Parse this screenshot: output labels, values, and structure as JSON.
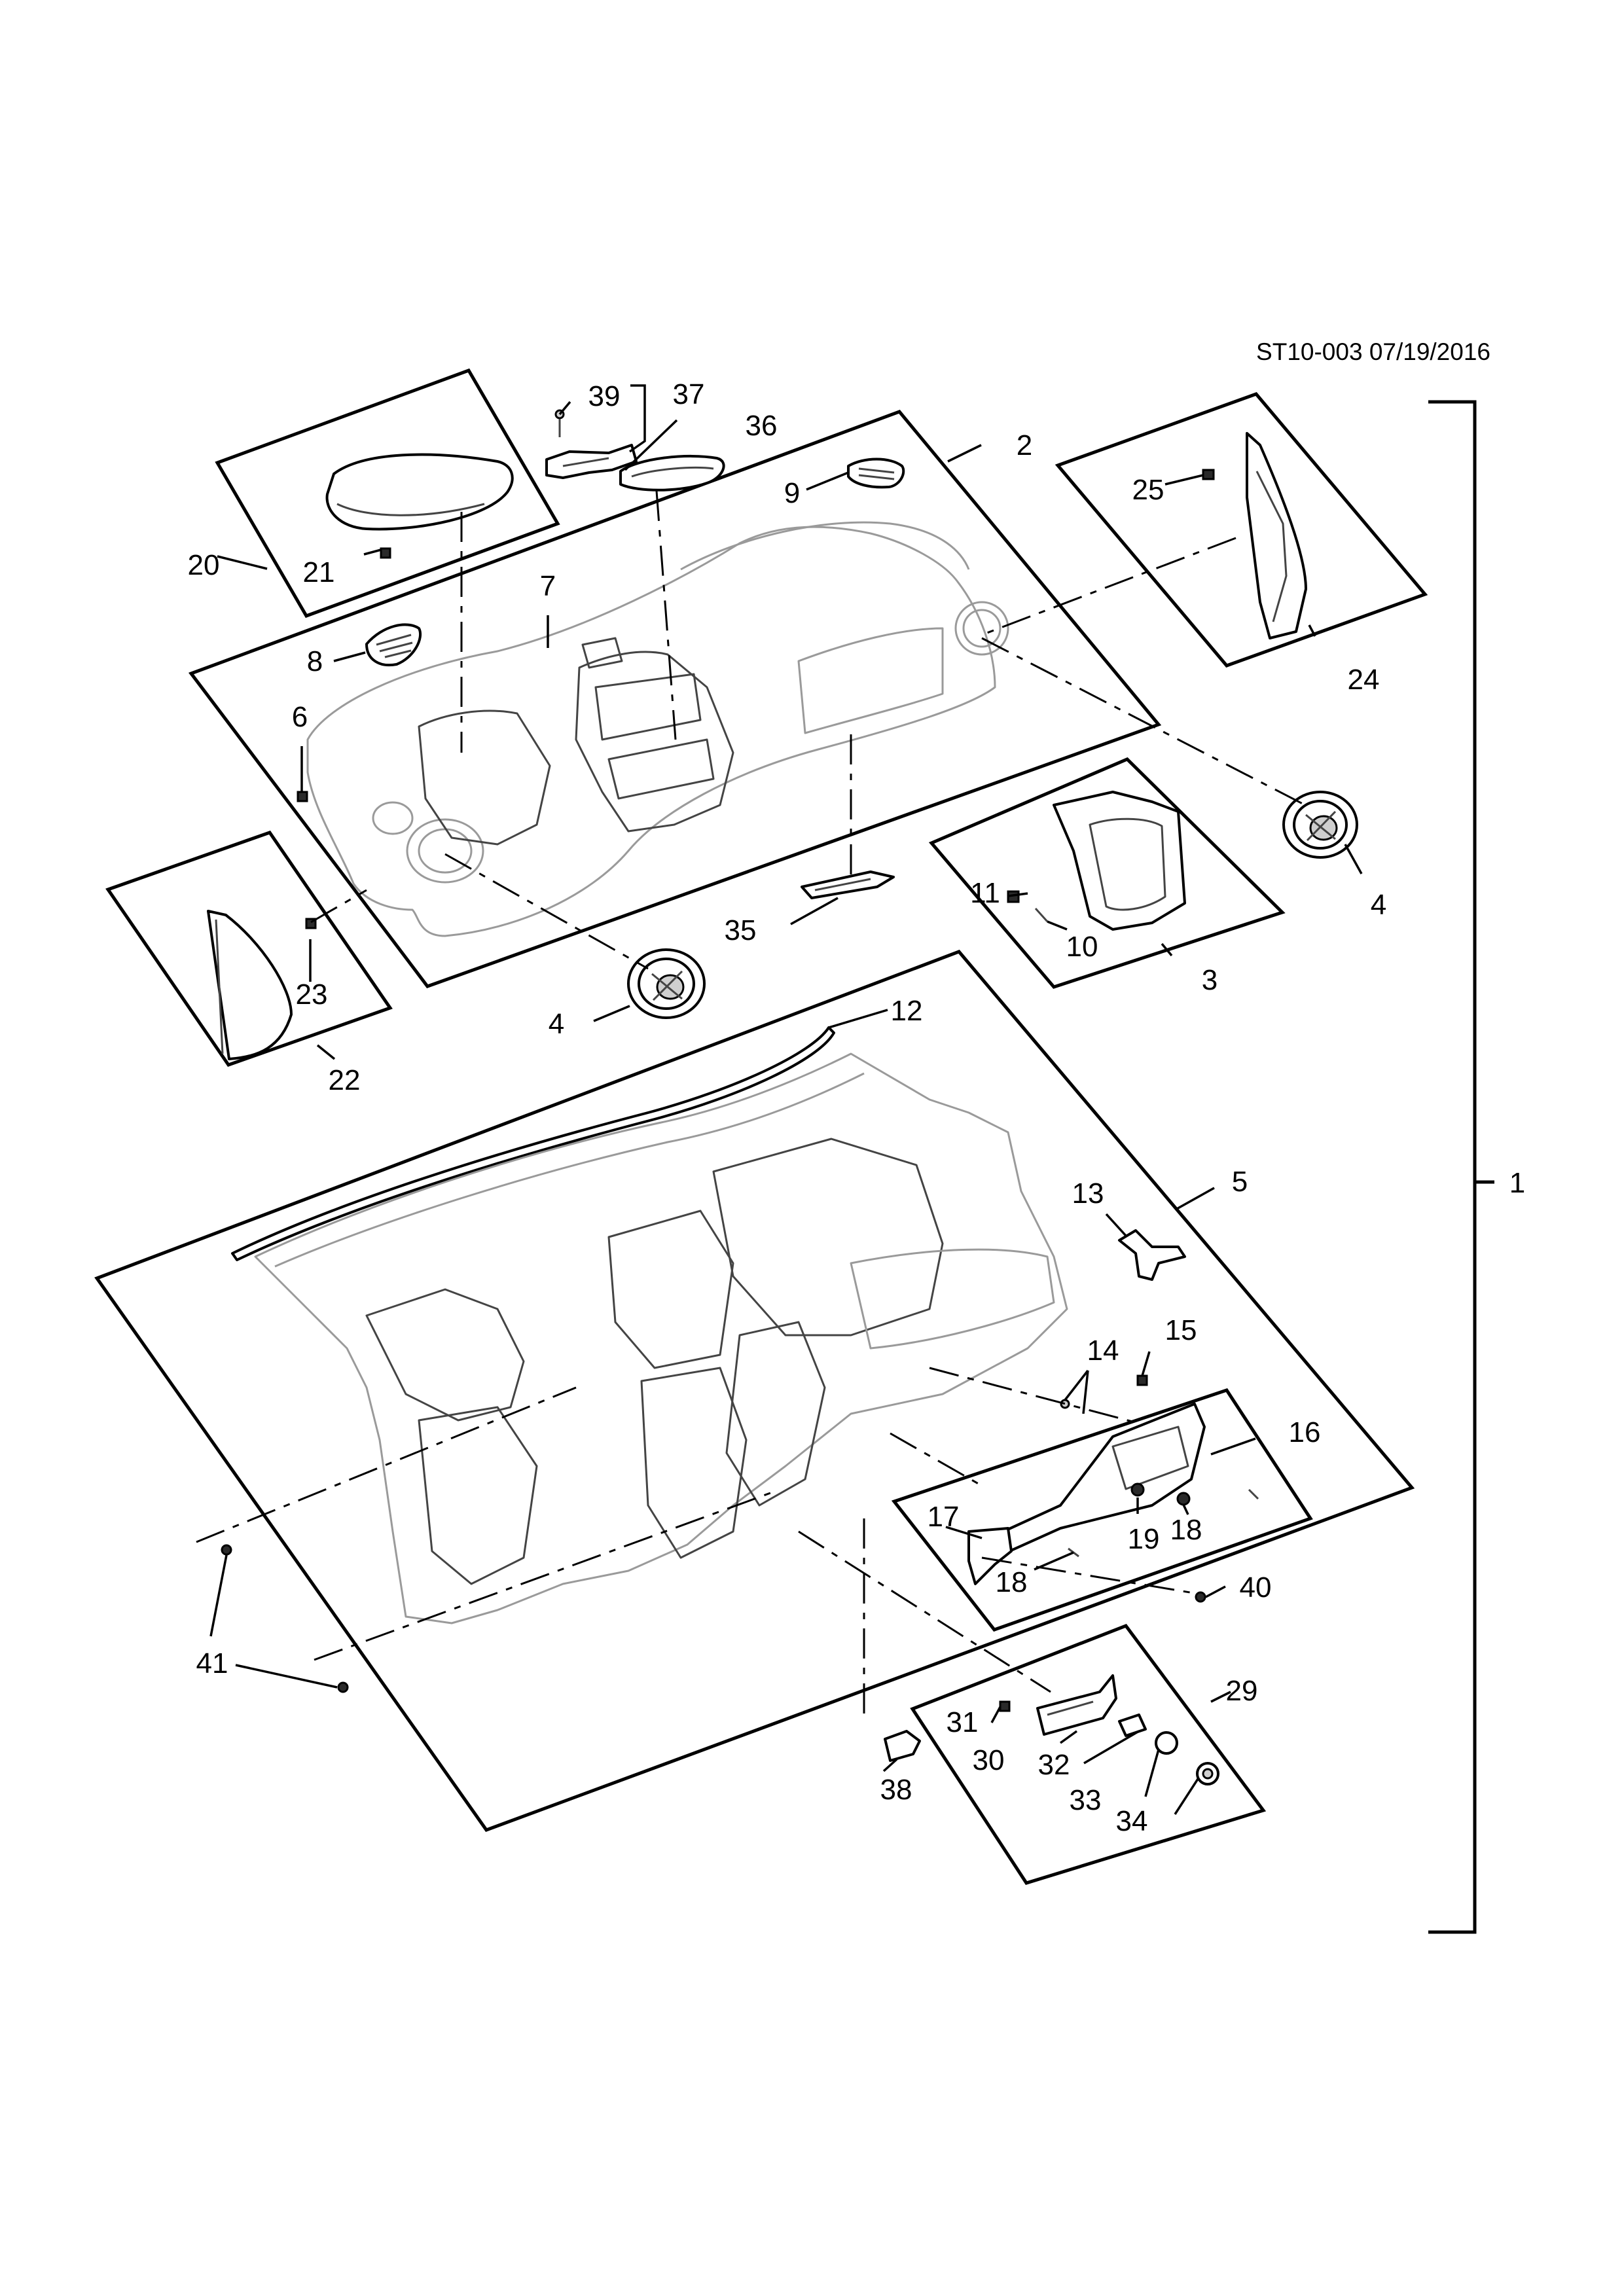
{
  "diagram_ref": "ST10-003 07/19/2016",
  "callouts": {
    "c1": "1",
    "c2": "2",
    "c3": "3",
    "c4a": "4",
    "c4b": "4",
    "c5": "5",
    "c6": "6",
    "c7": "7",
    "c8": "8",
    "c9": "9",
    "c10": "10",
    "c11": "11",
    "c12": "12",
    "c13": "13",
    "c14": "14",
    "c15": "15",
    "c16": "16",
    "c17": "17",
    "c18a": "18",
    "c18b": "18",
    "c19": "19",
    "c20": "20",
    "c21": "21",
    "c22": "22",
    "c23": "23",
    "c24": "24",
    "c25": "25",
    "c29": "29",
    "c30": "30",
    "c31": "31",
    "c32": "32",
    "c33": "33",
    "c34": "34",
    "c35": "35",
    "c36": "36",
    "c37": "37",
    "c38": "38",
    "c39": "39",
    "c40": "40",
    "c41": "41"
  }
}
